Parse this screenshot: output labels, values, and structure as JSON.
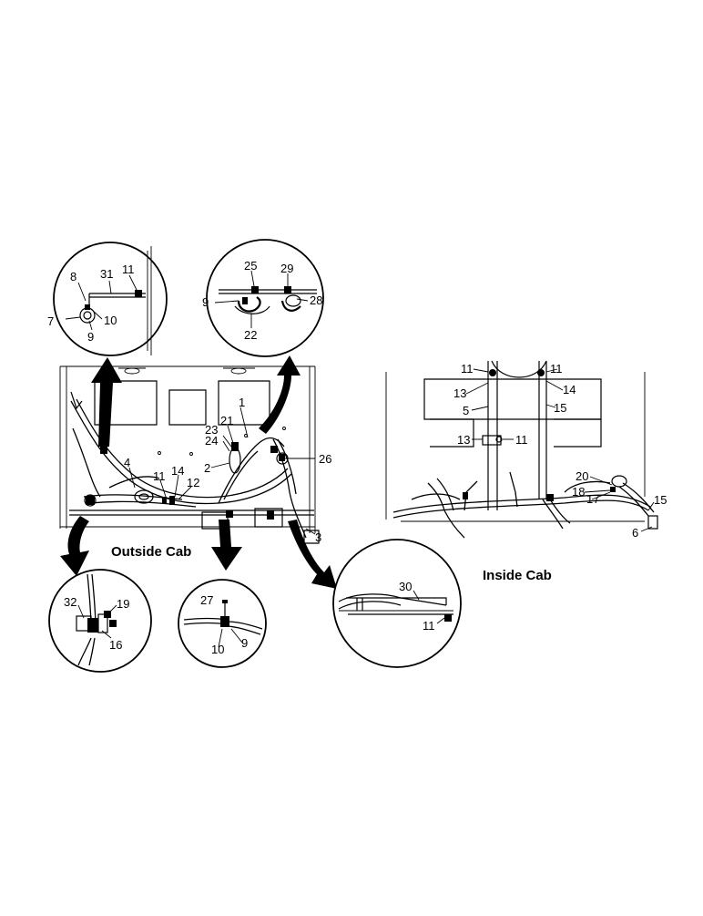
{
  "captions": {
    "outside": "Outside Cab",
    "inside": "Inside Cab"
  },
  "callouts": {
    "c7": "7",
    "c8": "8",
    "c9a": "9",
    "c10a": "10",
    "c11a": "11",
    "c31": "31",
    "c25": "25",
    "c29": "29",
    "c9b": "9",
    "c28": "28",
    "c22": "22",
    "c1": "1",
    "c21": "21",
    "c23": "23",
    "c24": "24",
    "c2": "2",
    "c26": "26",
    "c4": "4",
    "c11b": "11",
    "c14a": "14",
    "c12": "12",
    "c3": "3",
    "c32": "32",
    "c19": "19",
    "c16": "16",
    "c27": "27",
    "c10b": "10",
    "c9c": "9",
    "c30": "30",
    "c11c": "11",
    "c11d": "11",
    "c11e": "11",
    "c13a": "13",
    "c14b": "14",
    "c5": "5",
    "c15a": "15",
    "c13b": "13",
    "c11f": "11",
    "c20": "20",
    "c18": "18",
    "c17": "17",
    "c15b": "15",
    "c6": "6"
  }
}
